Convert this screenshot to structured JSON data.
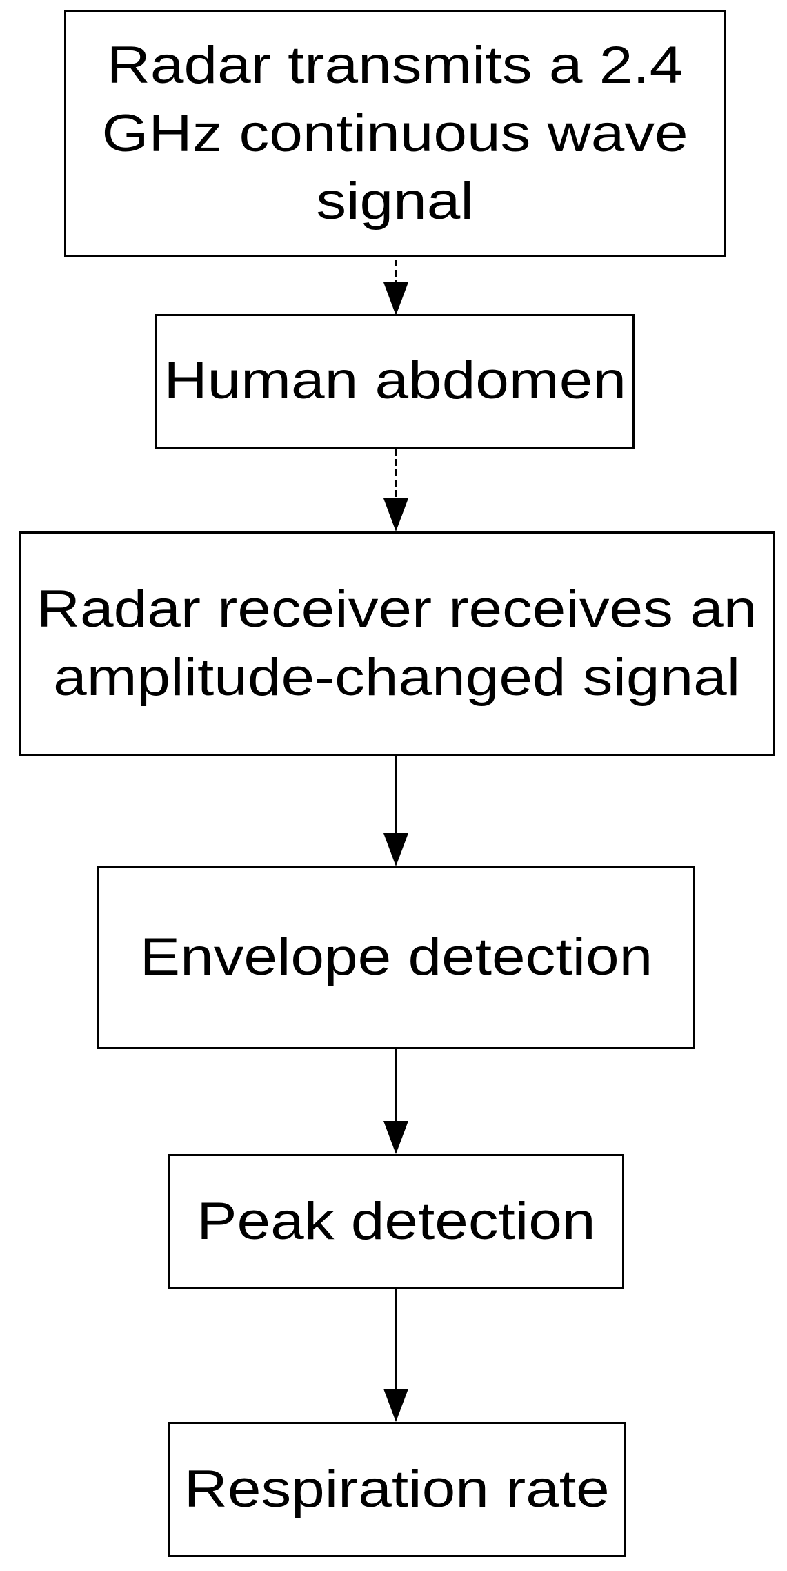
{
  "diagram": {
    "type": "flowchart",
    "direction": "top-down",
    "nodes": [
      {
        "id": "transmit",
        "label": "Radar transmits a 2.4 GHz continuous wave signal"
      },
      {
        "id": "abdomen",
        "label": "Human abdomen"
      },
      {
        "id": "receive",
        "label": "Radar receiver receives an amplitude-changed signal"
      },
      {
        "id": "envelope",
        "label": "Envelope detection"
      },
      {
        "id": "peak",
        "label": "Peak detection"
      },
      {
        "id": "respiration",
        "label": "Respiration rate"
      }
    ],
    "edges": [
      {
        "from": "transmit",
        "to": "abdomen",
        "style": "dashed",
        "arrowhead": "filled-triangle-down"
      },
      {
        "from": "abdomen",
        "to": "receive",
        "style": "dashed",
        "arrowhead": "filled-triangle-down"
      },
      {
        "from": "receive",
        "to": "envelope",
        "style": "solid",
        "arrowhead": "filled-triangle-down"
      },
      {
        "from": "envelope",
        "to": "peak",
        "style": "solid",
        "arrowhead": "filled-triangle-down"
      },
      {
        "from": "peak",
        "to": "respiration",
        "style": "solid",
        "arrowhead": "filled-triangle-down"
      }
    ],
    "colors": {
      "background": "#ffffff",
      "box_fill": "#ffffff",
      "box_border": "#000000",
      "text": "#000000",
      "arrow": "#000000"
    }
  }
}
